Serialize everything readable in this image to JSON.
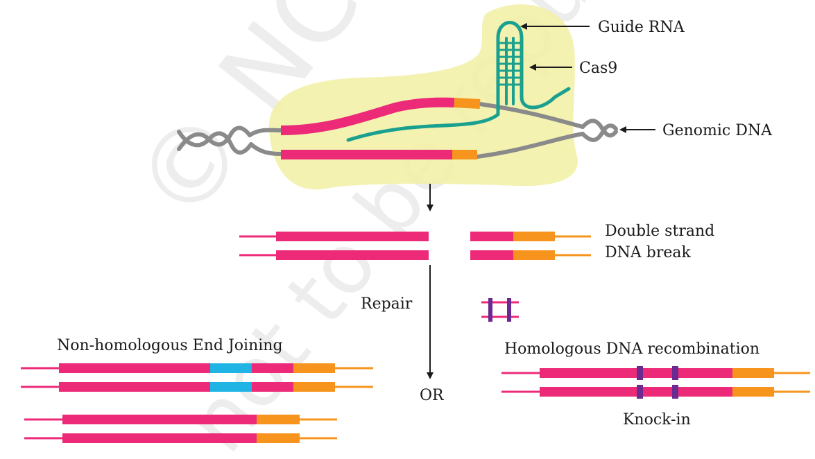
{
  "labels": {
    "guide_rna": "Guide RNA",
    "cas9": "Cas9",
    "genomic_dna": "Genomic DNA",
    "double_strand_line1": "Double strand",
    "double_strand_line2": "DNA break",
    "repair": "Repair",
    "nhej": "Non-homologous End Joining",
    "or": "OR",
    "hdr": "Homologous DNA recombination",
    "knock_in": "Knock-in"
  },
  "watermark": {
    "text_1": "© NCERT",
    "text_2": "not to be republished"
  },
  "colors": {
    "dna_strand": "#ec2a78",
    "target_segment": "#f7941d",
    "guide_rna": "#1aa08f",
    "cas9_blob": "#f1f1a4",
    "backbone": "#8a8a8a",
    "insertion_nhej": "#1fb4e4",
    "knock_in_marker": "#6b2a8f",
    "watermark": "#d8d8d8"
  }
}
